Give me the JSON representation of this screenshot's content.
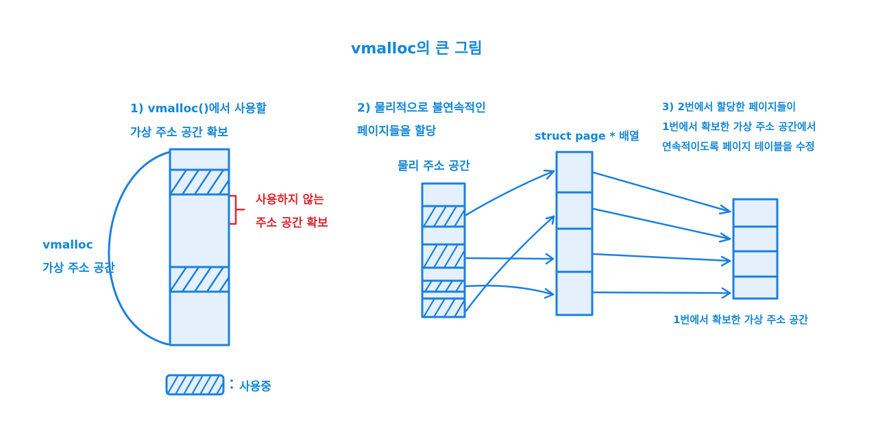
{
  "title": "vmalloc의 큰 그림",
  "step1": {
    "line1": "1) vmalloc()에서 사용할",
    "line2": "가상 주소 공간 확보"
  },
  "step2": {
    "line1": "2) 물리적으로 불연속적인",
    "line2": "페이지들을 할당"
  },
  "step3": {
    "line1": "3) 2번에서 할당한 페이지들이",
    "line2": "1번에서 확보한 가상 주소 공간에서",
    "line3": "연속적이도록 페이지 테이블을 수정"
  },
  "vmalloc_space": {
    "line1": "vmalloc",
    "line2": "가상 주소 공간"
  },
  "unused_note": {
    "line1": "사용하지 않는",
    "line2": "주소 공간 확보"
  },
  "physical_label": "물리 주소 공간",
  "struct_page_label": "struct page * 배열",
  "result_label": "1번에서 확보한 가상 주소 공간",
  "legend": {
    "label": "사용중"
  },
  "colors": {
    "stroke": "#1a7fe0",
    "fill": "#e4f0fb",
    "text": "#1487d6",
    "accent": "#d8282e"
  }
}
